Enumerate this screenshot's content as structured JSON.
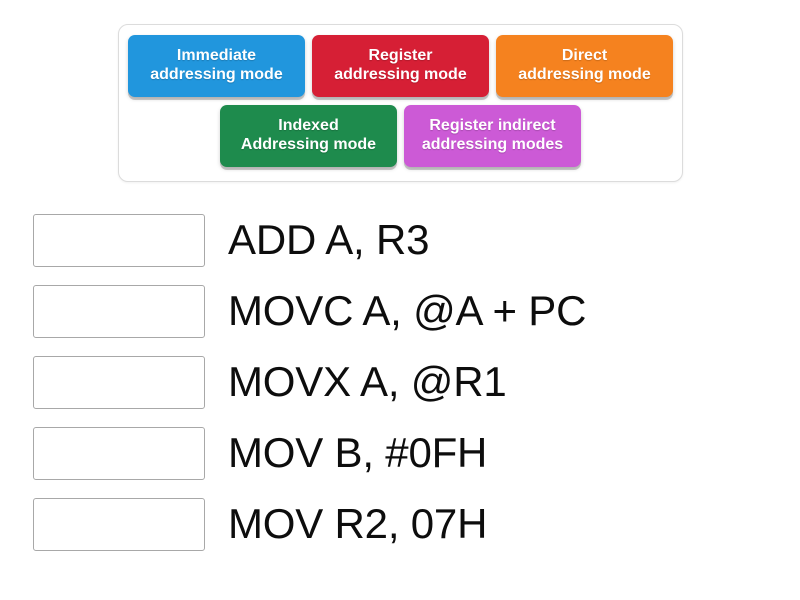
{
  "tile_tray": {
    "rows": [
      [
        {
          "label": "Immediate\naddressing mode",
          "color": "#2196dd"
        },
        {
          "label": "Register\naddressing mode",
          "color": "#d61f35"
        },
        {
          "label": "Direct\naddressing mode",
          "color": "#f5821f"
        }
      ],
      [
        {
          "label": "Indexed\nAddressing mode",
          "color": "#1e8b4d"
        },
        {
          "label": "Register indirect\naddressing modes",
          "color": "#cc5ad6"
        }
      ]
    ]
  },
  "match_rows": [
    {
      "drop_placeholder": "",
      "prompt": "ADD A, R3"
    },
    {
      "drop_placeholder": "",
      "prompt": "MOVC A, @A + PC"
    },
    {
      "drop_placeholder": "",
      "prompt": "MOVX A, @R1"
    },
    {
      "drop_placeholder": "",
      "prompt": "MOV B, #0FH"
    },
    {
      "drop_placeholder": "",
      "prompt": "MOV R2, 07H"
    }
  ]
}
